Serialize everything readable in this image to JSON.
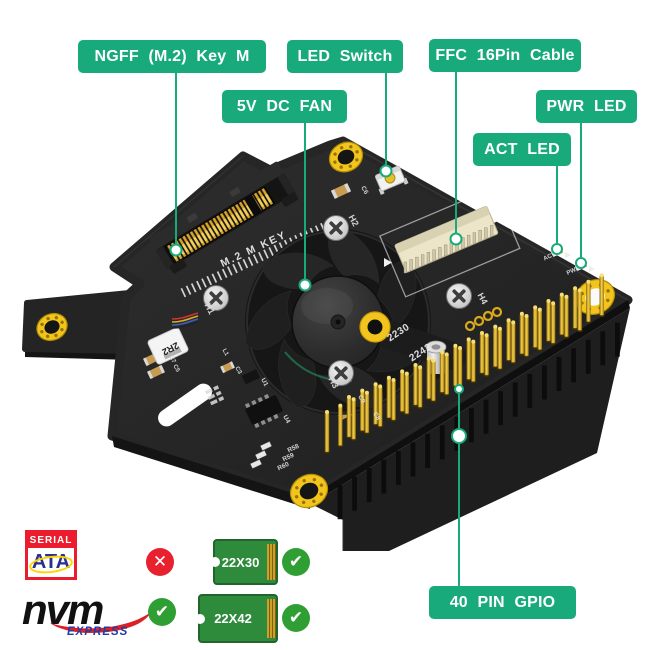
{
  "title": "M.2 NVMe SSD adapter HAT annotated product diagram",
  "callouts": [
    {
      "id": "ngff",
      "label": "NGFF (M.2) Key M"
    },
    {
      "id": "led-switch",
      "label": "LED Switch"
    },
    {
      "id": "ffc",
      "label": "FFC 16Pin Cable"
    },
    {
      "id": "fan",
      "label": "5V DC FAN"
    },
    {
      "id": "pwr-led",
      "label": "PWR LED"
    },
    {
      "id": "act-led",
      "label": "ACT LED"
    },
    {
      "id": "gpio",
      "label": "40 PIN GPIO"
    }
  ],
  "board": {
    "silkscreen": [
      "M.2 M KEY",
      "2230",
      "2242",
      "H1",
      "H2",
      "H3",
      "H4",
      "C6",
      "C7",
      "C5",
      "L1",
      "C3",
      "U1",
      "U4",
      "R58",
      "R59",
      "R60",
      "C9",
      "C8",
      "ACT",
      "PWR",
      "2R2"
    ],
    "gpio_pins": {
      "rows": 2,
      "pins_per_row": 20
    }
  },
  "compatibility": {
    "sata_logo": {
      "top": "SERIAL",
      "bottom": "ATA"
    },
    "nvme_logo": {
      "top": "nvm",
      "bottom": "EXPRESS"
    },
    "modules": [
      {
        "label": "22X30",
        "supported": true
      },
      {
        "label": "22X42",
        "supported": true
      }
    ],
    "marks": [
      {
        "name": "sata-not-supported",
        "glyph": "✕"
      },
      {
        "name": "module-2230-supported",
        "glyph": "✔"
      },
      {
        "name": "nvme-supported",
        "glyph": "✔"
      },
      {
        "name": "module-2242-supported",
        "glyph": "✔"
      }
    ]
  },
  "colors": {
    "callout_green": "#19aa7c",
    "check_green": "#2f9e33",
    "cross_red": "#e8212e",
    "module_green": "#2e8b3c",
    "pcb_black": "#262626",
    "gold": "#e8b823",
    "sata_red": "#ea1c2d",
    "sata_blue": "#2a2f92",
    "sata_yellow": "#ffd400",
    "nvme_blue": "#1d3da8",
    "nvme_red": "#dc2126"
  }
}
